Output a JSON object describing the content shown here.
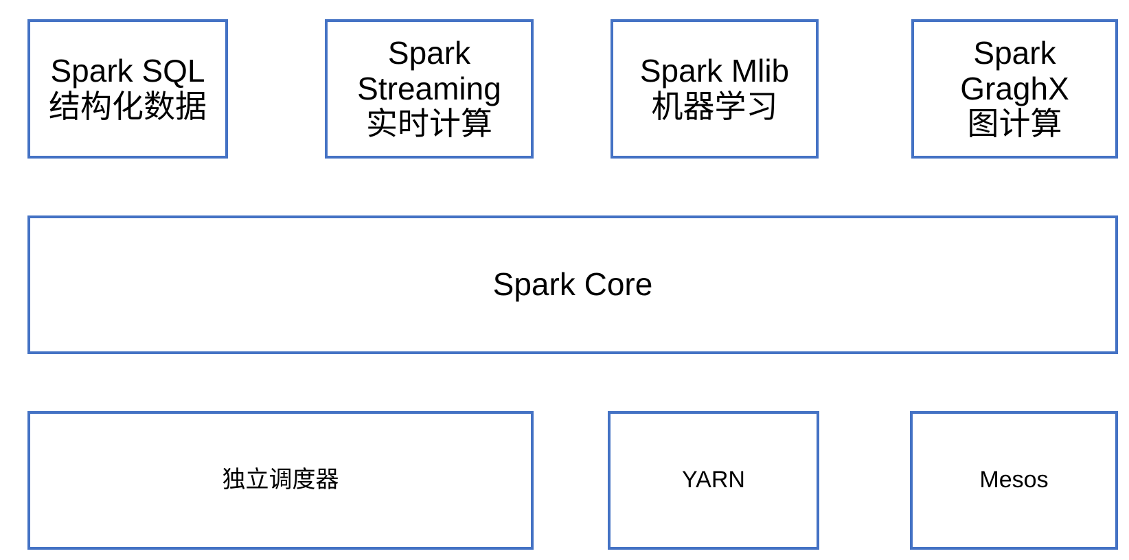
{
  "diagram": {
    "description": "Spark architecture block diagram",
    "colors": {
      "box_border": "#4472C4",
      "box_fill": "#FFFFFF",
      "text": "#000000",
      "background": "#FFFFFF"
    },
    "top_row": {
      "spark_sql": {
        "label": "Spark SQL\n结构化数据"
      },
      "spark_streaming": {
        "label": "Spark\nStreaming\n实时计算"
      },
      "spark_mlib": {
        "label": "Spark Mlib\n机器学习"
      },
      "spark_graghx": {
        "label": "Spark\nGraghX\n图计算"
      }
    },
    "middle_row": {
      "spark_core": {
        "label": "Spark Core"
      }
    },
    "bottom_row": {
      "scheduler": {
        "label": "独立调度器"
      },
      "yarn": {
        "label": "YARN"
      },
      "mesos": {
        "label": "Mesos"
      }
    }
  }
}
